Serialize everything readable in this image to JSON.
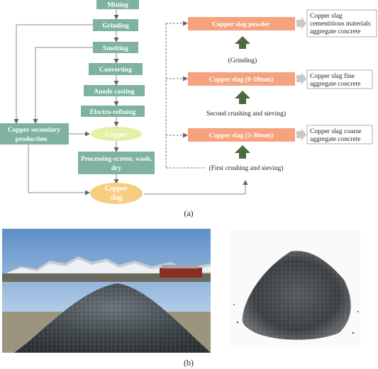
{
  "figure_a": {
    "process_steps": [
      "Mining",
      "Grinding",
      "Smelting",
      "Converting",
      "Anode casting",
      "Electro-refining"
    ],
    "secondary_production": [
      "Copper secondary",
      "production"
    ],
    "copper_label": "Copper",
    "processing_label": [
      "Processing-screen, wash,",
      "dry"
    ],
    "slag_label": [
      "Copper",
      "slag"
    ],
    "products": [
      "Copper slag powder",
      "Copper slag (0-10mm)",
      "Copper slag (5-30mm)"
    ],
    "steps": [
      "(Grinding)",
      "Second crushing and sieving)",
      "(First crushing and sieving)"
    ],
    "uses": [
      [
        "Copper slag",
        "cementitious materials",
        "aggregate concrete"
      ],
      [
        "Copper slag fine",
        "aggregate concrete"
      ],
      [
        "Copper slag coarse",
        "aggregate concrete"
      ]
    ],
    "caption": "(a)"
  },
  "figure_b": {
    "caption": "(b)"
  },
  "colors": {
    "process_box": "#7fb39f",
    "copper_oval": "#e3f0a6",
    "slag_oval": "#f7cd82",
    "product_box": "#f4a37e",
    "arrow": "#4a6b3c",
    "line": "#8a8a8a"
  }
}
